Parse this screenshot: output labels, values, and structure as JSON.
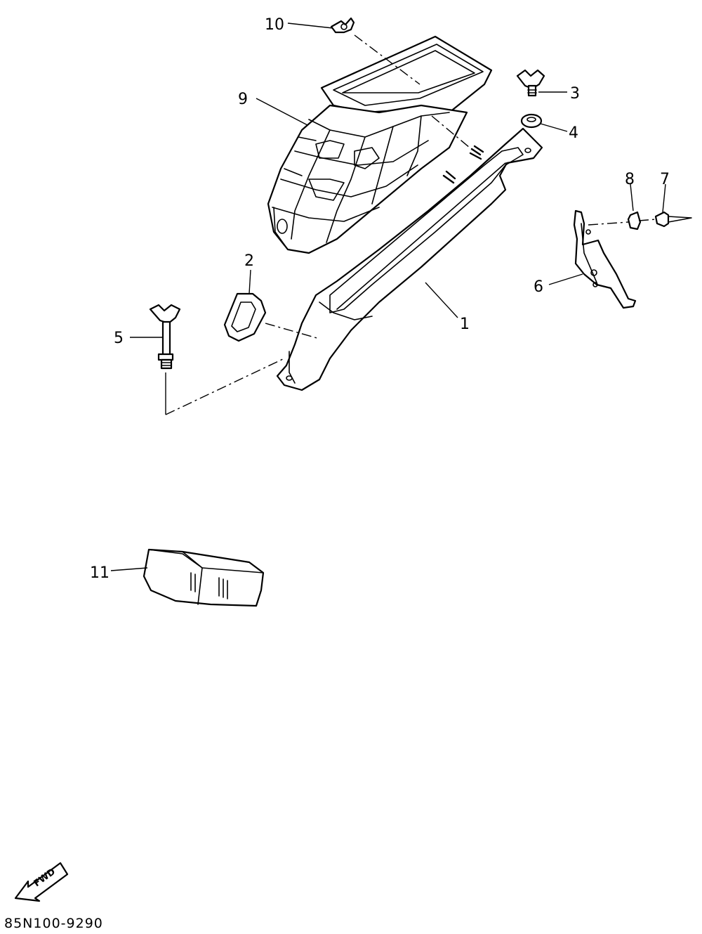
{
  "diagram": {
    "callouts": [
      {
        "id": "1",
        "label": "1"
      },
      {
        "id": "2",
        "label": "2"
      },
      {
        "id": "3",
        "label": "3"
      },
      {
        "id": "4",
        "label": "4"
      },
      {
        "id": "5",
        "label": "5"
      },
      {
        "id": "6",
        "label": "6"
      },
      {
        "id": "7",
        "label": "7"
      },
      {
        "id": "8",
        "label": "8"
      },
      {
        "id": "9",
        "label": "9"
      },
      {
        "id": "10",
        "label": "10"
      },
      {
        "id": "11",
        "label": "11"
      }
    ],
    "direction_arrow": {
      "label": "FWD",
      "icon": "forward-arrow-icon"
    },
    "diagram_code": "85N100-9290"
  }
}
